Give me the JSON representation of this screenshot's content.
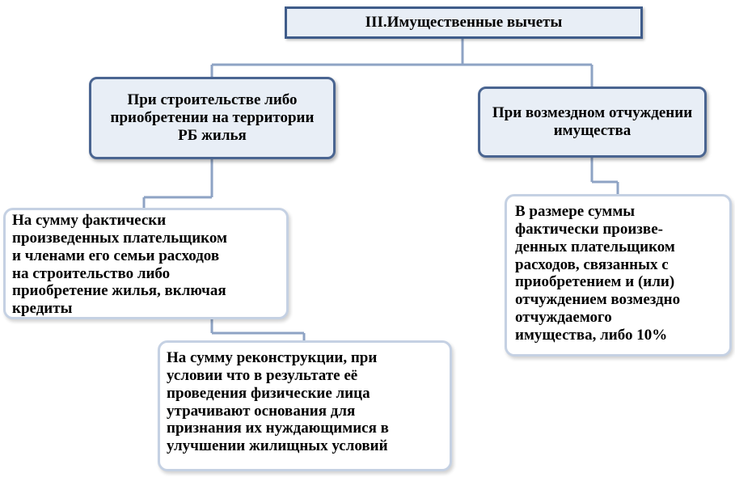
{
  "diagram": {
    "title": "III.Имущественные вычеты",
    "left_branch": {
      "heading": "При строительстве либо приобретении на территории РБ жилья",
      "item_1": "На сумму фактически\nпроизведенных плательщиком\nи членами его семьи расходов\nна строительство либо\nприобретение жилья, включая\nкредиты",
      "item_2": "На сумму реконструкции, при\nусловии что в результате её\nпроведения физические лица\nутрачивают основания для\nпризнания их нуждающимися в\nулучшении жилищных условий"
    },
    "right_branch": {
      "heading": "При возмездном отчуждении имущества",
      "item_1": "В размере суммы\nфактически произве-\nденных плательщиком\nрасходов, связанных с\nприобретением и (или)\nотчуждением возмездно\nотчуждаемого\nимущества, либо 10%"
    }
  },
  "colors": {
    "connector": "#8ea3c4",
    "header_border": "#3f5c8a",
    "header_fill": "#e8eef6",
    "leaf_border": "#c5d1e3"
  }
}
